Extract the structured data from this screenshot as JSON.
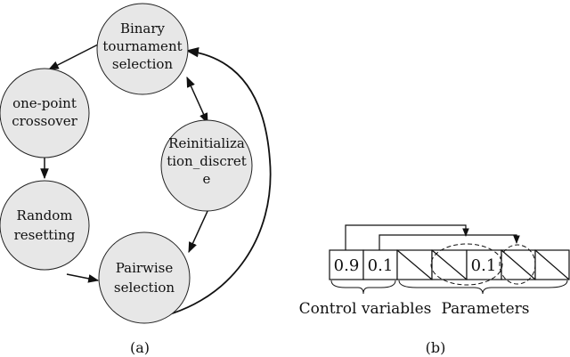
{
  "diagram_a": {
    "nodes": {
      "binary_tournament": [
        "Binary",
        "tournament",
        "selection"
      ],
      "one_point_crossover": [
        "one-point",
        "crossover"
      ],
      "random_resetting": [
        "Random",
        "resetting"
      ],
      "pairwise_selection": [
        "Pairwise",
        "selection"
      ],
      "reinitialization": [
        "Reinitializa",
        "tion_discret",
        "e"
      ]
    },
    "label": "(a)"
  },
  "diagram_b": {
    "cells": [
      "0.9",
      "0.1",
      "",
      "",
      "0.1",
      "",
      ""
    ],
    "braces": {
      "control": "Control variables",
      "parameters": "Parameters"
    },
    "label": "(b)"
  }
}
